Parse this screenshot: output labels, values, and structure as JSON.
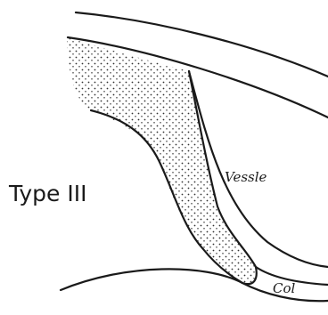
{
  "title": "Type III",
  "labels": {
    "vessle": "Vessle",
    "col": "Col"
  },
  "colors": {
    "ink": "#1a1a1a",
    "background": "#ffffff"
  }
}
